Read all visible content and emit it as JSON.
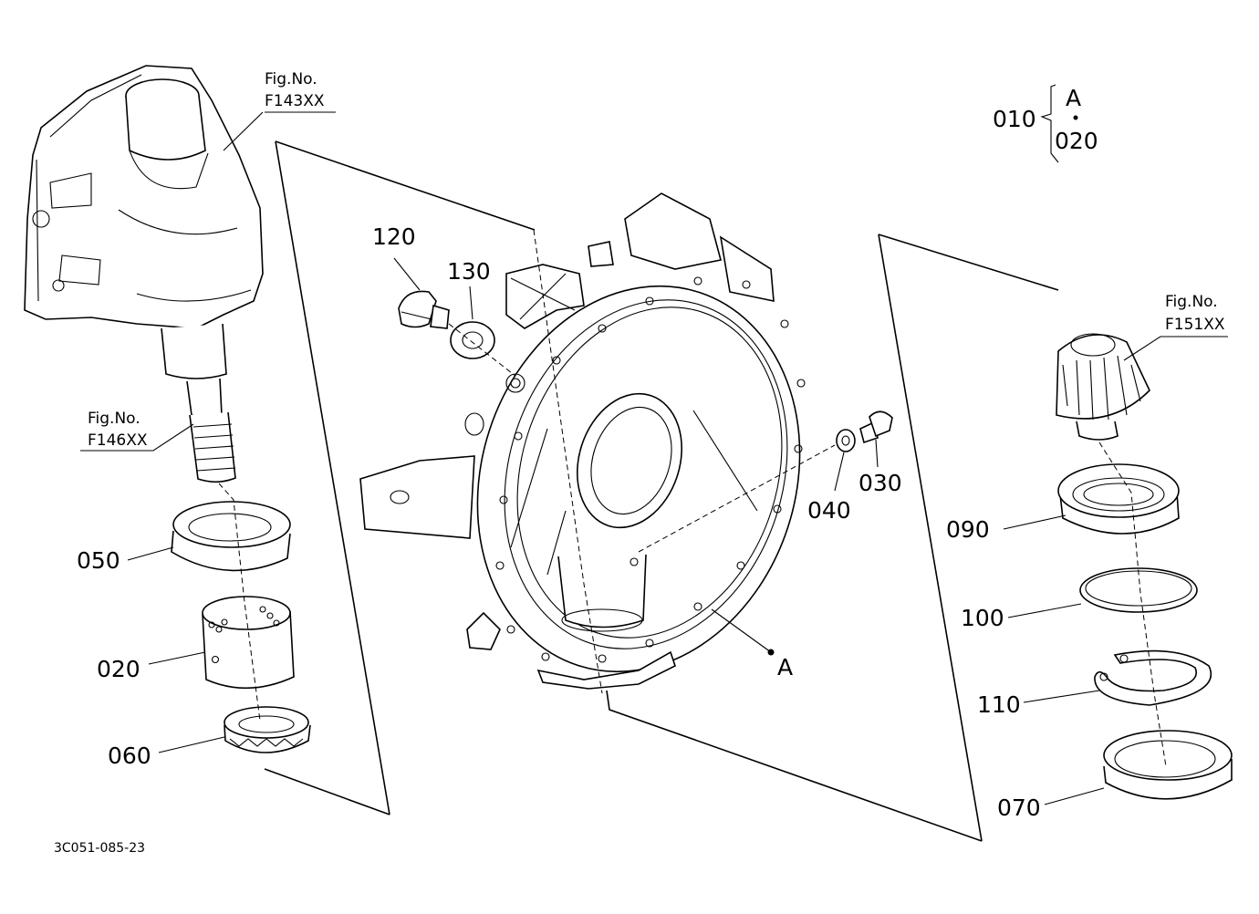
{
  "diagram": {
    "fig_refs": {
      "top_left": {
        "line1": "Fig.No.",
        "line2": "F143XX"
      },
      "middle_left": {
        "line1": "Fig.No.",
        "line2": "F146XX"
      },
      "right": {
        "line1": "Fig.No.",
        "line2": "F151XX"
      }
    },
    "assembly_key": {
      "parent": "010",
      "assembly": "A",
      "member": "020"
    },
    "part_labels": {
      "p120": "120",
      "p130": "130",
      "p050": "050",
      "p020": "020",
      "p060": "060",
      "p040": "040",
      "p030": "030",
      "p090": "090",
      "p100": "100",
      "p110": "110",
      "p070": "070",
      "pA": "A"
    },
    "drawing_code": "3C051-085-23"
  }
}
